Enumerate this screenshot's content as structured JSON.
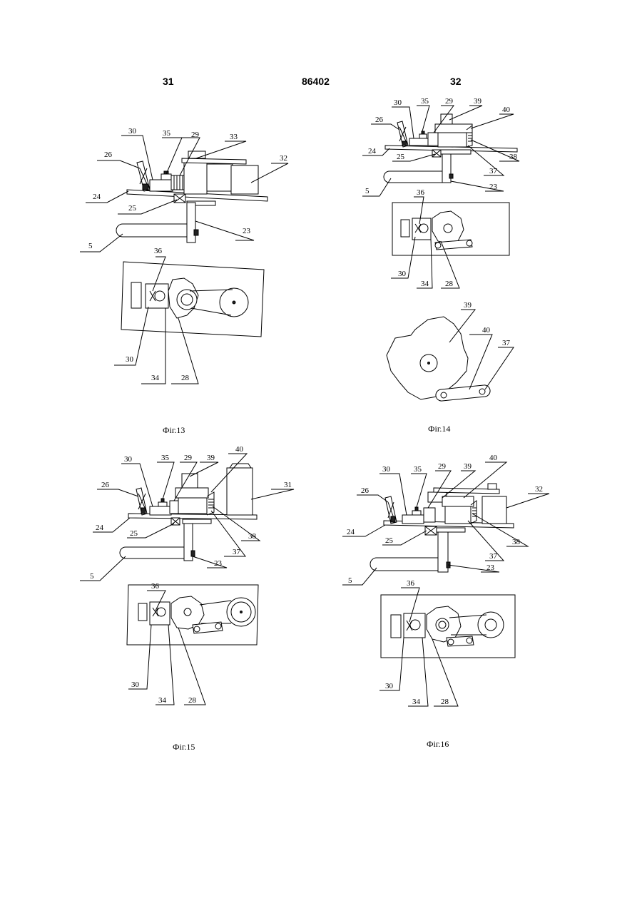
{
  "header": {
    "left": "31",
    "center": "86402",
    "right": "32"
  },
  "figures": [
    {
      "caption": "Фіг.13",
      "side_labels": [
        "30",
        "35",
        "29",
        "33",
        "26",
        "32",
        "24",
        "25",
        "23",
        "5"
      ],
      "plan_labels": [
        "36",
        "30",
        "34",
        "28"
      ]
    },
    {
      "caption": "Фіг.14",
      "side_labels": [
        "30",
        "35",
        "29",
        "39",
        "40",
        "26",
        "24",
        "25",
        "38",
        "37",
        "5",
        "23"
      ],
      "plan_labels": [
        "36",
        "30",
        "34",
        "28"
      ],
      "detail_labels": [
        "39",
        "40",
        "37"
      ]
    },
    {
      "caption": "Фіг.15",
      "side_labels": [
        "30",
        "35",
        "29",
        "39",
        "40",
        "26",
        "31",
        "24",
        "25",
        "38",
        "37",
        "5",
        "23"
      ],
      "plan_labels": [
        "36",
        "30",
        "34",
        "28"
      ]
    },
    {
      "caption": "Фіг.16",
      "side_labels": [
        "30",
        "35",
        "29",
        "39",
        "40",
        "26",
        "32",
        "24",
        "25",
        "38",
        "37",
        "5",
        "23"
      ],
      "plan_labels": [
        "36",
        "30",
        "34",
        "28"
      ]
    }
  ]
}
